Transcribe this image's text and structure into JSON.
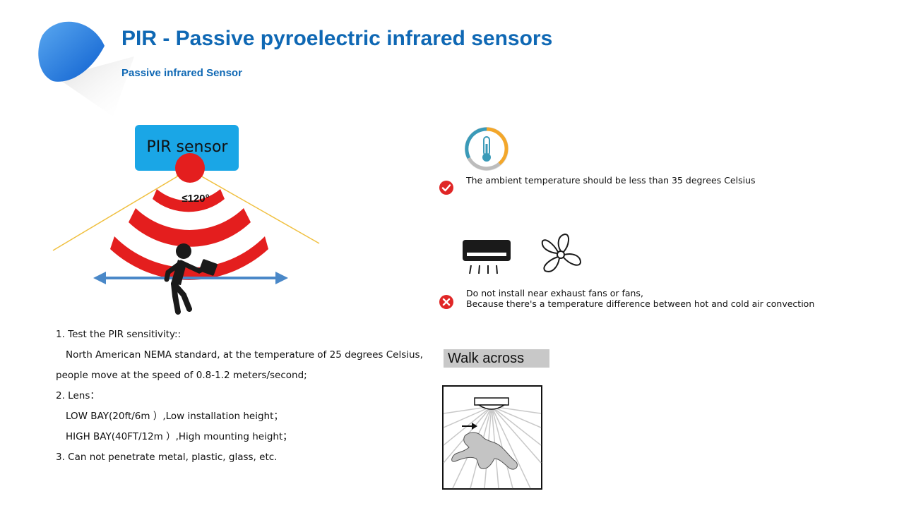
{
  "header": {
    "title": "PIR - Passive pyroelectric infrared sensors",
    "subtitle": "Passive infrared Sensor"
  },
  "diagram": {
    "sensor_label": "PIR sensor",
    "angle_label": "≤120°"
  },
  "notes": [
    "1. Test the PIR sensitivity::",
    "North American NEMA standard, at the temperature of 25 degrees Celsius,",
    "people move at the speed of 0.8-1.2 meters/second;",
    "2. Lens：",
    "LOW BAY(20ft/6m ）,Low installation height；",
    "HIGH BAY(40FT/12m ）,High mounting height；",
    "3. Can not penetrate metal, plastic, glass, etc."
  ],
  "tips": {
    "good": "The ambient temperature should be less than 35 degrees Celsius",
    "bad_line1": "Do not install near exhaust fans or fans,",
    "bad_line2": "Because there's a temperature difference between hot and cold air convection"
  },
  "walk_label": "Walk across",
  "colors": {
    "brand_blue": "#0f68b4",
    "sensor_box": "#1aa6e6",
    "wave_red": "#e41e1e",
    "arrow_blue": "#4a88c8",
    "ok_red": "#e02626"
  },
  "icons": [
    "thermometer-gauge-icon",
    "check-icon",
    "air-conditioner-icon",
    "fan-icon",
    "cross-icon"
  ]
}
